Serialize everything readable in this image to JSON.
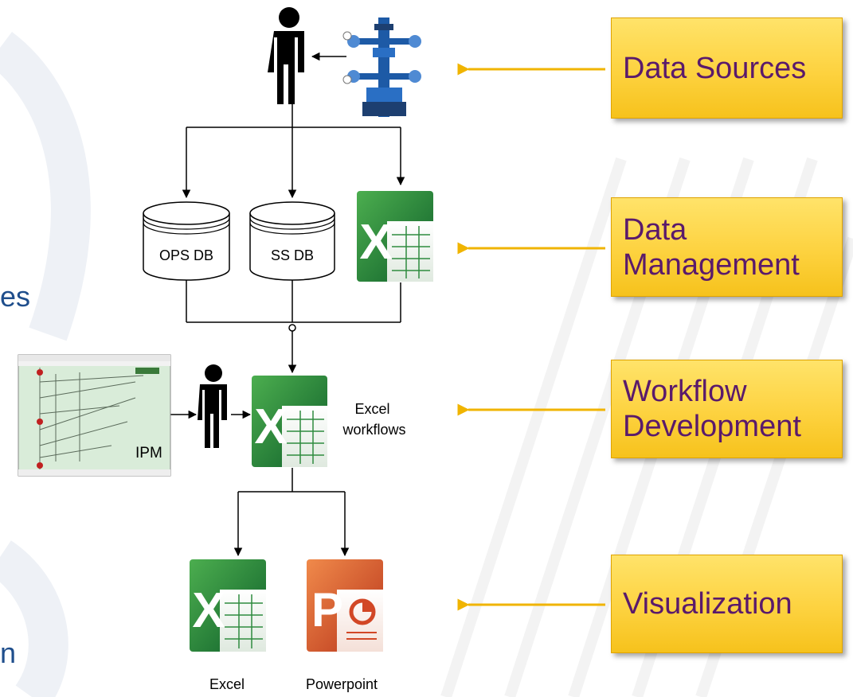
{
  "fragments": {
    "left_upper": "es",
    "left_lower": "n"
  },
  "stages": [
    {
      "lines": [
        "Data Sources"
      ]
    },
    {
      "lines": [
        "Data",
        "Management"
      ]
    },
    {
      "lines": [
        "Workflow",
        "Development"
      ]
    },
    {
      "lines": [
        "Visualization"
      ]
    }
  ],
  "nodes": {
    "ops_db": "OPS DB",
    "ss_db": "SS DB",
    "ipm": "IPM",
    "excel_workflows": [
      "Excel",
      "workflows"
    ],
    "excel": "Excel",
    "powerpoint": "Powerpoint"
  },
  "colors": {
    "label_box": "#fdd23f",
    "label_text": "#5a1a6b",
    "arrow": "#f0b400",
    "excel_green": "#1e7b3b",
    "powerpoint_orange": "#d24726",
    "fragment_text": "#1f4e8c"
  },
  "icons": [
    "person-icon",
    "wellhead-icon",
    "database-icon",
    "excel-icon",
    "powerpoint-icon",
    "ipm-screenshot"
  ]
}
